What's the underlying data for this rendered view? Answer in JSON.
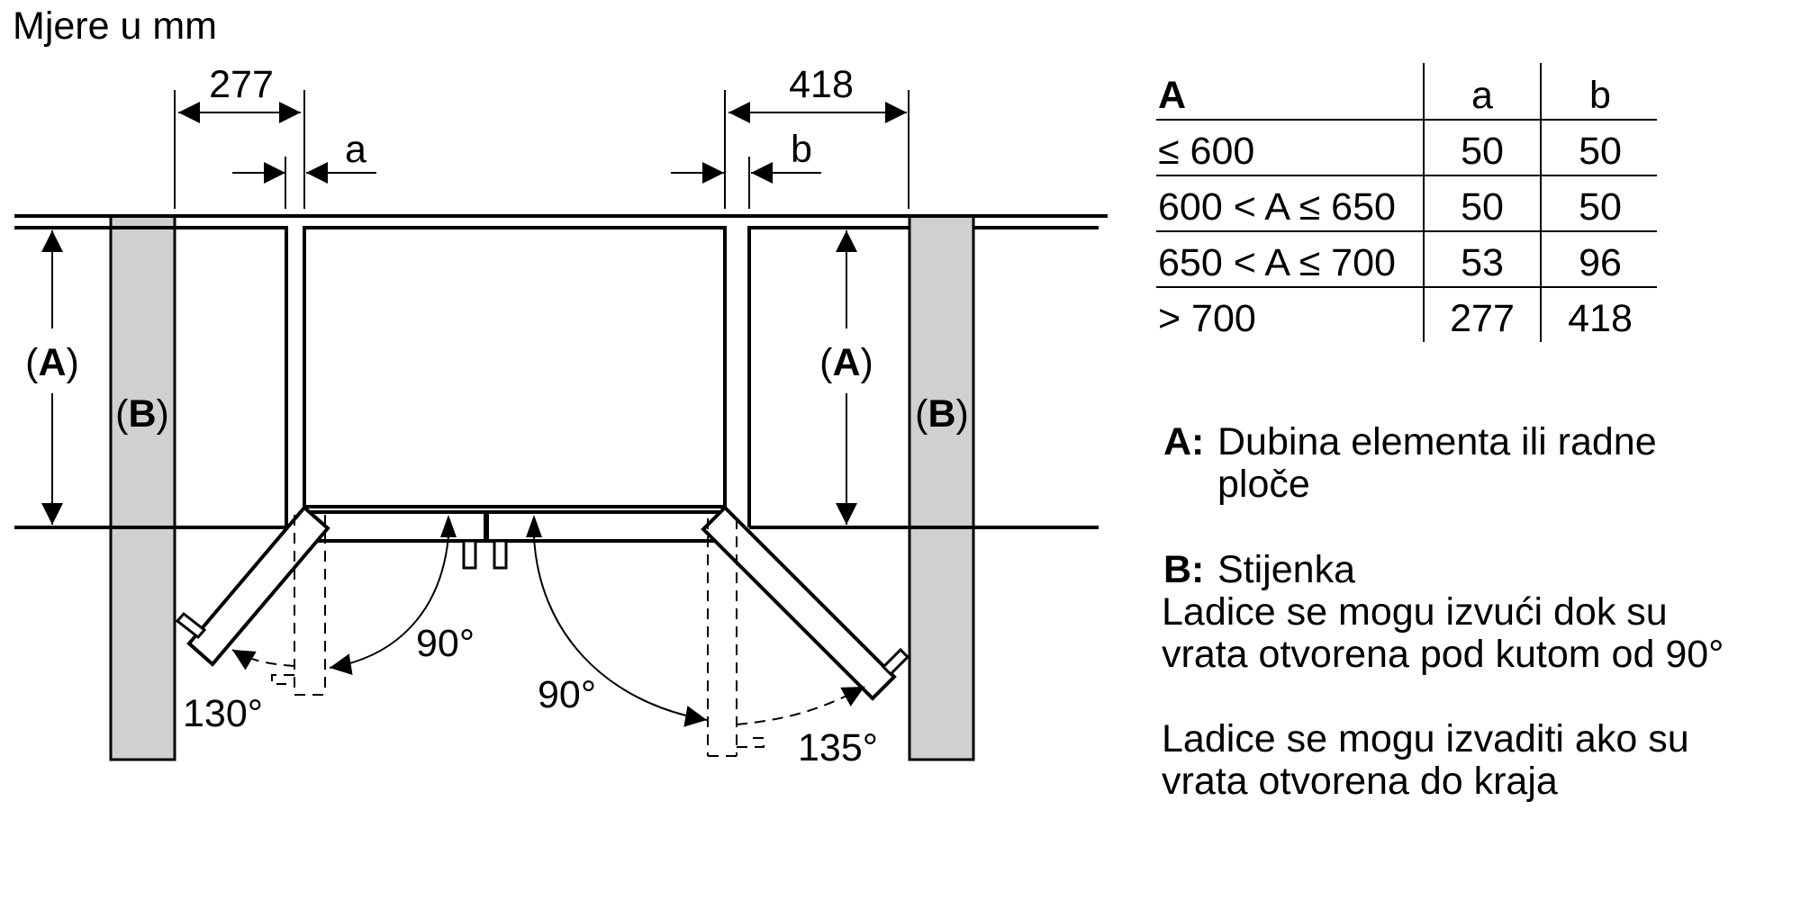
{
  "title": "Mjere u mm",
  "dimensions": {
    "left_clearance": "277",
    "right_clearance": "418",
    "left_gap_label": "a",
    "right_gap_label": "b"
  },
  "drawing_labels": {
    "depth_label_open": "(",
    "depth_label_letter": "A",
    "depth_label_close": ")",
    "wall_label_letter": "B",
    "left_door_open_angle": "90°",
    "left_door_max_angle": "130°",
    "right_door_open_angle": "90°",
    "right_door_max_angle": "135°"
  },
  "table": {
    "headers": [
      "A",
      "a",
      "b"
    ],
    "rows": [
      [
        "≤ 600",
        "50",
        "50"
      ],
      [
        "600 < A ≤ 650",
        "50",
        "50"
      ],
      [
        "650 < A ≤ 700",
        "53",
        "96"
      ],
      [
        "> 700",
        "277",
        "418"
      ]
    ]
  },
  "legend": {
    "a_key": "A:",
    "a_text_line1": "Dubina elementa ili radne",
    "a_text_line2": "ploče",
    "b_key": "B:",
    "b_text": "Stijenka",
    "note1_line1": "Ladice se mogu izvući dok su",
    "note1_line2": "vrata otvorena pod kutom od 90°",
    "note2_line1": "Ladice se mogu izvaditi ako su",
    "note2_line2": "vrata otvorena do kraja"
  },
  "colors": {
    "wall_fill": "#d0d0d0",
    "line": "#000000"
  }
}
